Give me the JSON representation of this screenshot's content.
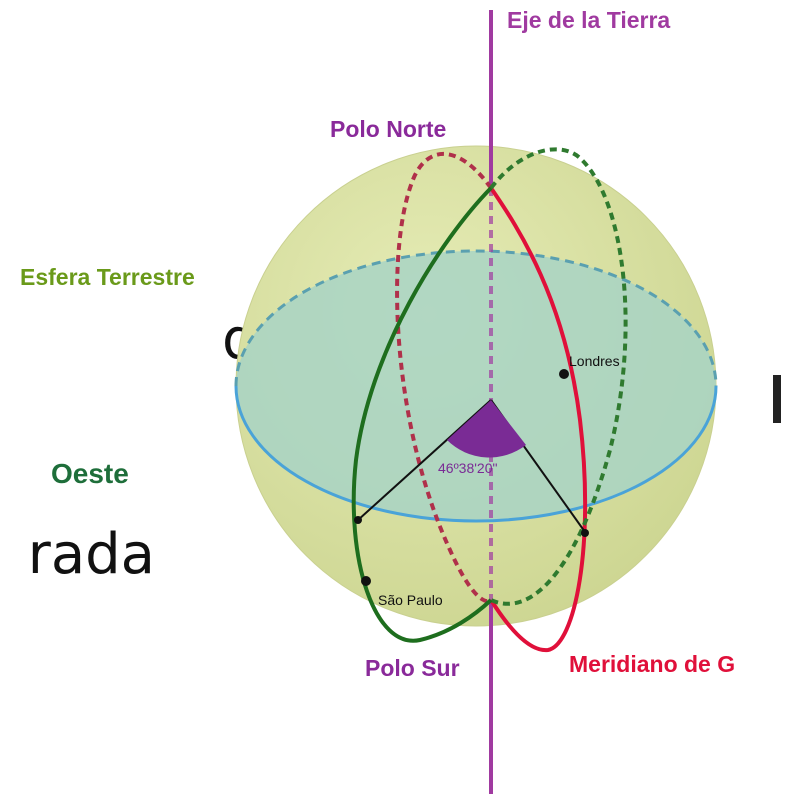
{
  "labels": {
    "axis": "Eje de la Tierra",
    "north_pole": "Polo Norte",
    "south_pole": "Polo Sur",
    "sphere": "Esfera Terrestre",
    "west": "Oeste",
    "meridian": "Meridiano de G",
    "london": "Londres",
    "sao_paulo": "São Paulo",
    "angle": "46º38'20\""
  },
  "background_text": {
    "line1": "de",
    "line2": "rada"
  },
  "colors": {
    "axis": "#a03aa0",
    "greenwich_meridian": "#e0103a",
    "sao_paulo_meridian": "#1e6e1e",
    "equator": "#4aa3d8",
    "sphere_fill": "#d4dca0",
    "equator_plane": "#a8d4c4",
    "angle": "#7a2b95",
    "label_green": "#6a9a1a"
  }
}
